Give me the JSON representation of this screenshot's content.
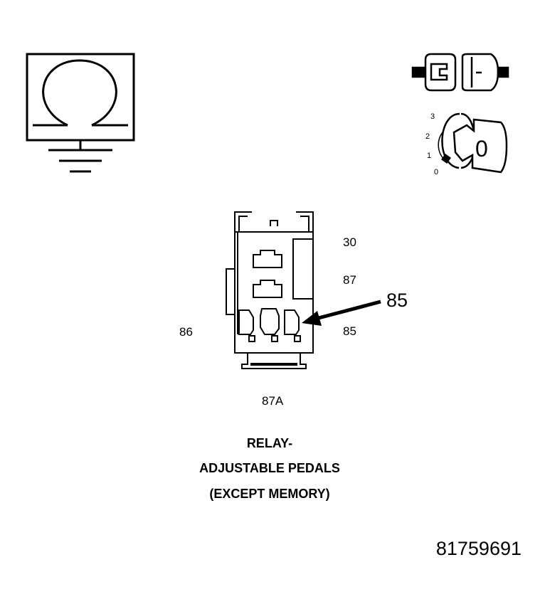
{
  "relay": {
    "pins": {
      "p30": "30",
      "p87": "87",
      "p86": "86",
      "p85": "85",
      "p87a": "87A"
    },
    "callout": "85"
  },
  "title": {
    "line1": "RELAY-",
    "line2": "ADJUSTABLE PEDALS",
    "line3": "(EXCEPT MEMORY)"
  },
  "ignition": {
    "positions": [
      "3",
      "2",
      "1",
      "0"
    ],
    "key_label": "0"
  },
  "document_id": "81759691"
}
